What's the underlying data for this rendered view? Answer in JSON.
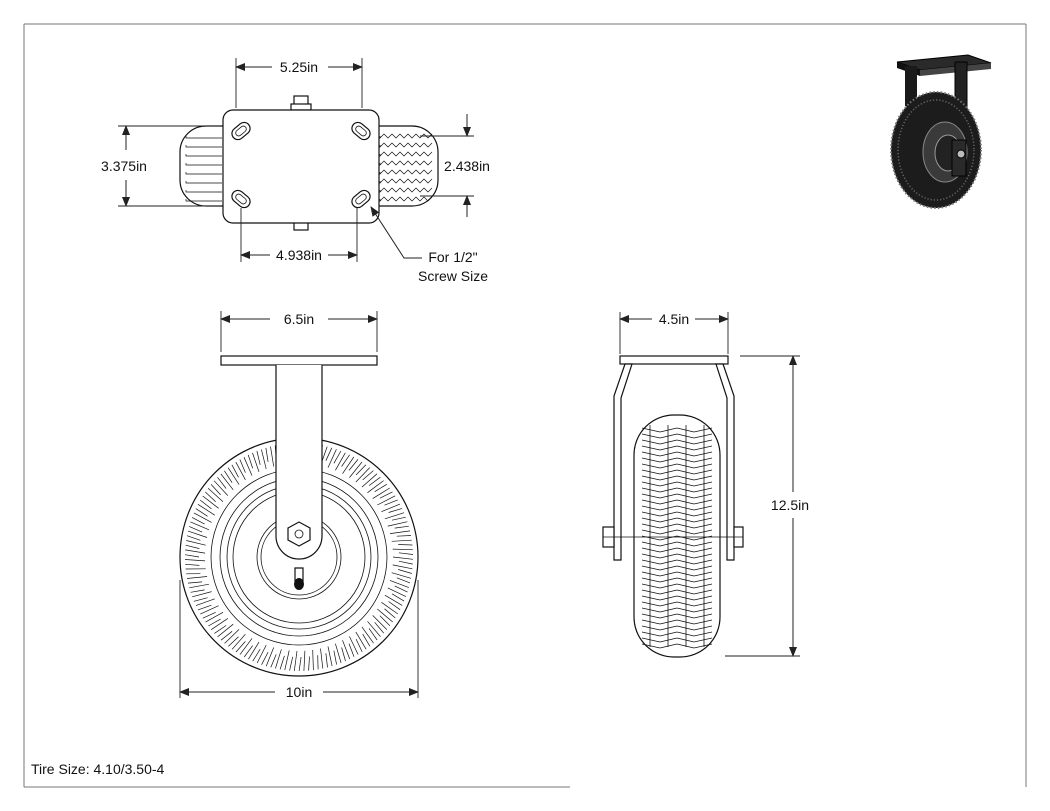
{
  "dimensions": {
    "top_plate_width": "5.25in",
    "top_overall_depth": "3.375in",
    "top_hole_spacing_depth": "2.438in",
    "top_hole_spacing_width": "4.938in",
    "front_plate_width": "6.5in",
    "front_wheel_diameter": "10in",
    "side_width": "4.5in",
    "side_height": "12.5in"
  },
  "notes": {
    "screw_line1": "For 1/2\"",
    "screw_line2": "Screw Size",
    "tire_size": "Tire Size: 4.10/3.50-4"
  }
}
